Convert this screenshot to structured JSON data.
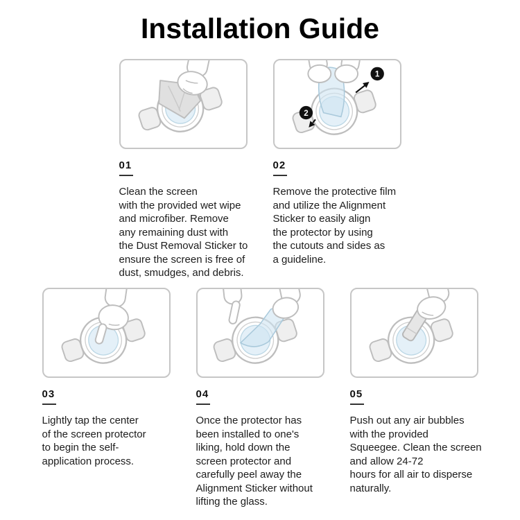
{
  "title": "Installation Guide",
  "steps": [
    {
      "number": "01",
      "description": "Clean the screen\nwith the provided wet wipe\nand microfiber. Remove\nany remaining dust with\nthe Dust Removal Sticker to\nensure the screen is free of\ndust, smudges, and debris."
    },
    {
      "number": "02",
      "description": "Remove the protective film\nand utilize the Alignment\nSticker to easily align\nthe protector by using\nthe cutouts and sides as\na guideline.",
      "badges": [
        "1",
        "2"
      ]
    },
    {
      "number": "03",
      "description": "Lightly tap the center\nof the screen protector\nto begin the self-\napplication process."
    },
    {
      "number": "04",
      "description": "Once the protector has\nbeen installed to one's\nliking, hold down the\nscreen protector and\ncarefully peel away the\nAlignment Sticker without\nlifting the glass."
    },
    {
      "number": "05",
      "description": "Push out any air bubbles\nwith the provided\nSqueegee. Clean the screen\nand allow 24-72\nhours for all air to disperse\nnaturally."
    }
  ],
  "colors": {
    "line_gray": "#bdbdbd",
    "protector_blue": "#cfe4f1",
    "badge_black": "#111111"
  }
}
